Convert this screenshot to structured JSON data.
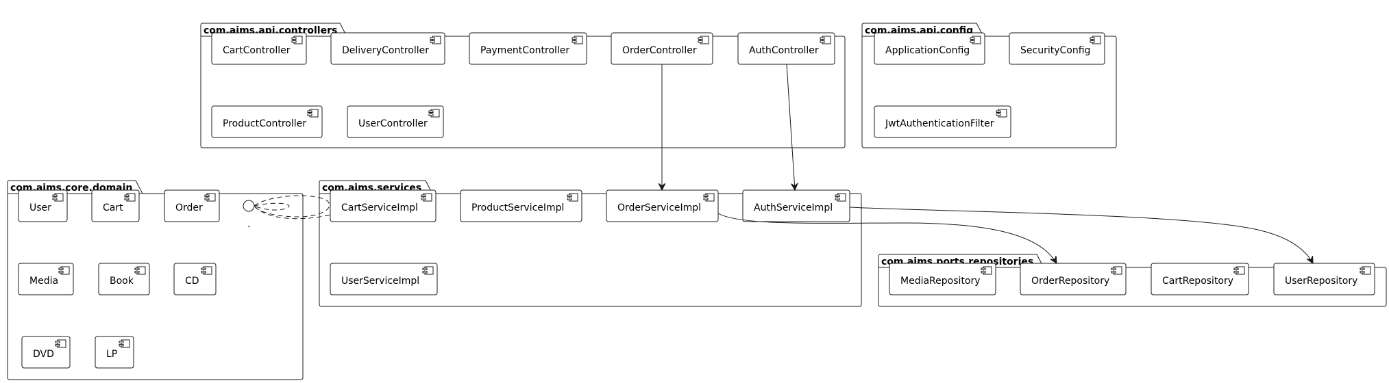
{
  "packages": [
    {
      "id": "controllers",
      "title": "com.aims.api.controllers",
      "components": [
        "CartController",
        "DeliveryController",
        "PaymentController",
        "OrderController",
        "AuthController",
        "ProductController",
        "UserController"
      ]
    },
    {
      "id": "config",
      "title": "com.aims.api.config",
      "components": [
        "ApplicationConfig",
        "SecurityConfig",
        "JwtAuthenticationFilter"
      ]
    },
    {
      "id": "domain",
      "title": "com.aims.core.domain",
      "components": [
        "User",
        "Cart",
        "Order",
        "Media",
        "Book",
        "CD",
        "DVD",
        "LP"
      ]
    },
    {
      "id": "services",
      "title": "com.aims.services",
      "components": [
        "CartServiceImpl",
        "ProductServiceImpl",
        "OrderServiceImpl",
        "AuthServiceImpl",
        "UserServiceImpl"
      ]
    },
    {
      "id": "repositories",
      "title": "com.aims.ports.repositories",
      "components": [
        "MediaRepository",
        "OrderRepository",
        "CartRepository",
        "UserRepository"
      ]
    }
  ],
  "interface": {
    "label": "."
  },
  "edges": [
    {
      "from": "OrderController",
      "to": "OrderServiceImpl",
      "style": "solid-arrow"
    },
    {
      "from": "AuthController",
      "to": "AuthServiceImpl",
      "style": "solid-arrow"
    },
    {
      "from": "OrderServiceImpl",
      "to": "OrderRepository",
      "style": "solid-arrow"
    },
    {
      "from": "AuthServiceImpl",
      "to": "UserRepository",
      "style": "solid-arrow"
    },
    {
      "from": "interface",
      "to": "CartServiceImpl",
      "style": "dashed"
    }
  ]
}
